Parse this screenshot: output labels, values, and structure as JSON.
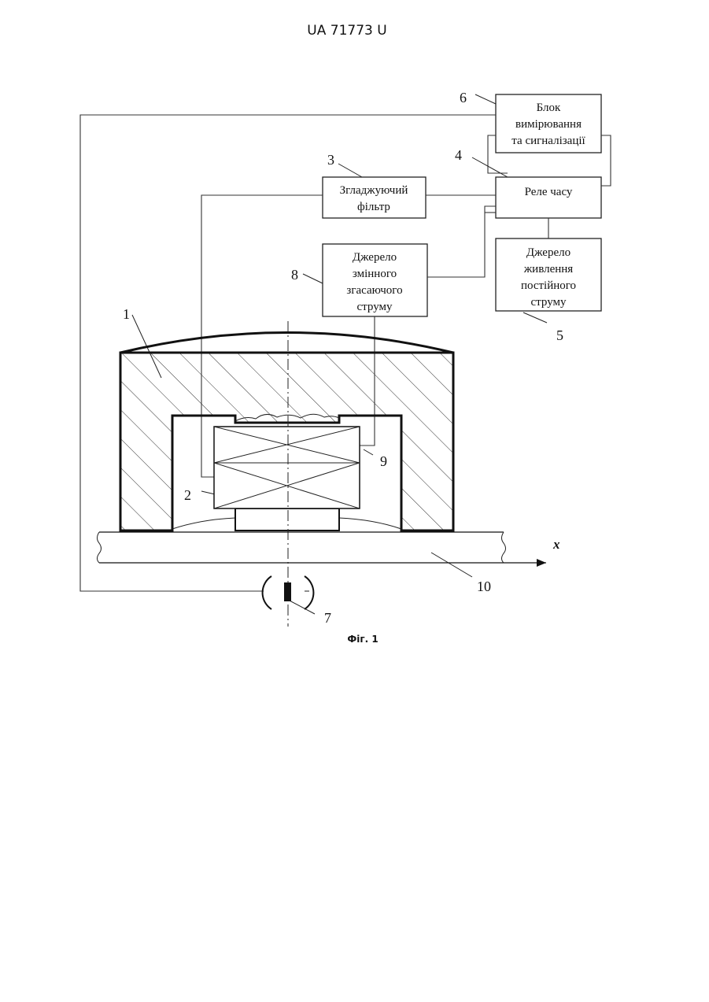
{
  "header": {
    "document_id": "UA   71773   U"
  },
  "blocks": {
    "measurement": [
      "Блок",
      "вимірювання",
      "та сигналізації"
    ],
    "filter": [
      "Згладжуючий",
      "фільтр"
    ],
    "relay": [
      "Реле часу"
    ],
    "ac_source": [
      "Джерело",
      "змінного",
      "згасаючого",
      "струму"
    ],
    "dc_source": [
      "Джерело",
      "живлення",
      "постійного",
      "струму"
    ]
  },
  "labels": {
    "n1": "1",
    "n2": "2",
    "n3": "3",
    "n4": "4",
    "n5": "5",
    "n6": "6",
    "n7": "7",
    "n8": "8",
    "n9": "9",
    "n10": "10",
    "axis_x": "x"
  },
  "caption": "Фіг. 1"
}
